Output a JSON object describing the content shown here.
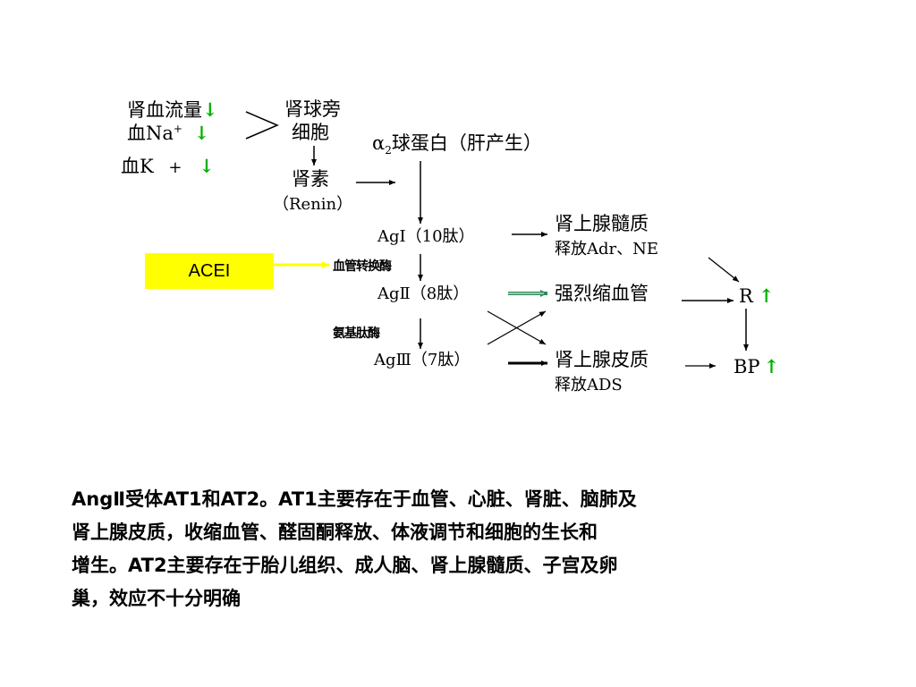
{
  "diagram": {
    "renal_flow": "肾血流量",
    "blood_na": "血Na",
    "na_sup": "+",
    "blood_k": "血K",
    "k_sup": "+",
    "jg_line1": "肾球旁",
    "jg_line2": "细胞",
    "alpha2_alpha": "α",
    "alpha2_sub": "2",
    "alpha2_rest": "球蛋白（肝产生）",
    "renin": "肾素",
    "renin_en": "（Renin）",
    "ag1": "AgI（10肽）",
    "adr_line1": "肾上腺髓质",
    "adr_line2": "释放Adr、NE",
    "acei": "ACEI",
    "converting_enzyme": "血管转换酶",
    "ag2": "AgⅡ（8肽）",
    "vasoconstriction": "强烈缩血管",
    "r": "R",
    "aminopeptidase": "氨基肽酶",
    "ag3": "AgⅢ（7肽）",
    "ads_line1": "肾上腺皮质",
    "ads_line2": "释放ADS",
    "bp": "BP",
    "arrow_down": "↓",
    "arrow_up": "↑"
  },
  "note": {
    "line1": "AngⅡ受体AT1和AT2。AT1主要存在于血管、心脏、肾脏、脑肺及",
    "line2": "肾上腺皮质，收缩血管、醛固酮释放、体液调节和细胞的生长和",
    "line3": "增生。AT2主要存在于胎儿组织、成人脑、肾上腺髓质、子宫及卵",
    "line4": "巢，效应不十分明确"
  },
  "colors": {
    "acei_box": "#ffff00",
    "acei_arrow": "#ffff00",
    "indicator_arrow": "#00b000",
    "double_arrow": "#2e8b57"
  }
}
